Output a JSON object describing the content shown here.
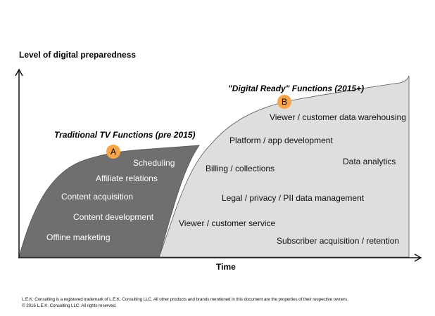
{
  "y_axis_label": "Level of digital preparedness",
  "x_axis_label": "Time",
  "traditional": {
    "title": "Traditional TV Functions (pre 2015)",
    "marker": "A",
    "items": [
      "Scheduling",
      "Affiliate relations",
      "Content acquisition",
      "Content development",
      "Offline marketing"
    ]
  },
  "digital": {
    "title": "\"Digital Ready\" Functions (2015+)",
    "marker": "B",
    "items": [
      "Viewer / customer data warehousing",
      "Platform / app development",
      "Data analytics",
      "Billing / collections",
      "Legal / privacy / PII data management",
      "Viewer / customer service",
      "Subscriber acquisition / retention"
    ]
  },
  "colors": {
    "dark_area": "#6f6f6f",
    "light_area": "#dedede",
    "marker": "#f7a54a"
  },
  "footer": {
    "line1": "L.E.K. Consulting is a registered trademark of L.E.K. Consulting LLC. All other products and brands mentioned in this document are the properties of their respective owners.",
    "line2": "© 2016 L.E.K. Consulting LLC. All rights reserved."
  }
}
